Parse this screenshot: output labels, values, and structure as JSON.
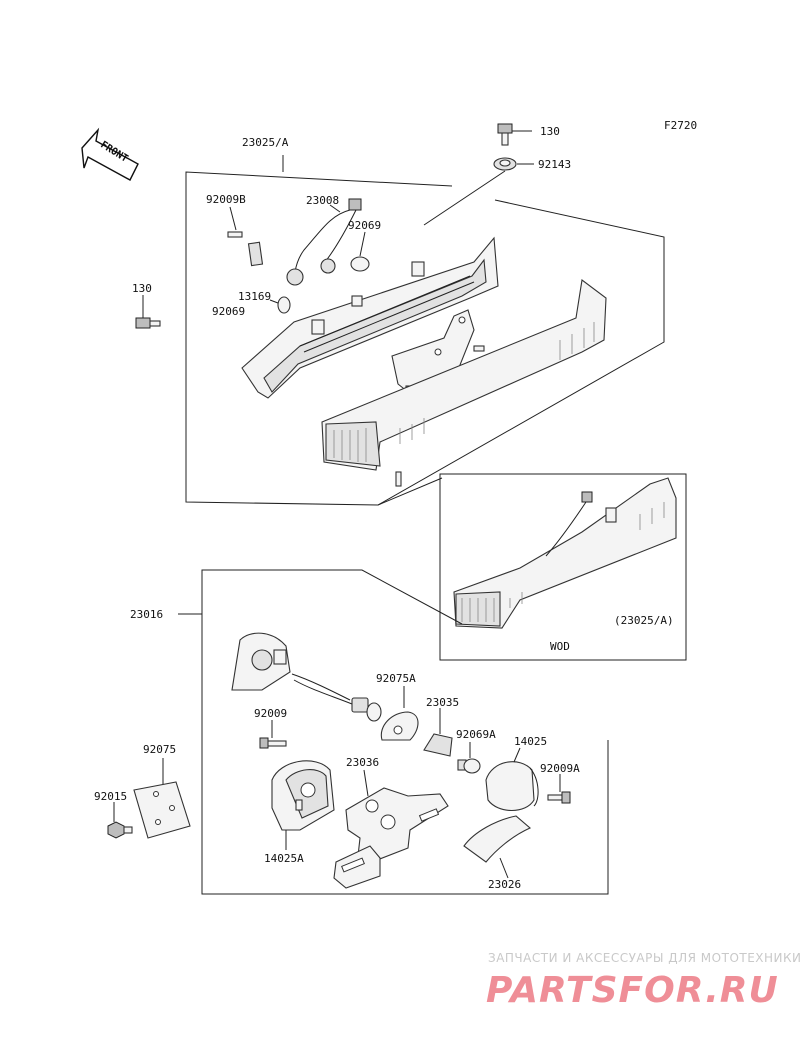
{
  "figure_code": "F2720",
  "front_label": "FRONT",
  "labels": {
    "l130_top": "130",
    "l92143": "92143",
    "l23025a": "23025/A",
    "l92009b": "92009B",
    "l23008": "23008",
    "l92069_top": "92069",
    "l13169": "13169",
    "l92069_bot": "92069",
    "l130_left": "130",
    "l23016": "23016",
    "l92075a": "92075A",
    "l23035": "23035",
    "l92009": "92009",
    "l92069a": "92069A",
    "l14025": "14025",
    "l23036": "23036",
    "l92009a": "92009A",
    "l92075": "92075",
    "l92015": "92015",
    "l14025a": "14025A",
    "l23026": "23026",
    "inset_ref": "(23025/A)",
    "inset_variant": "WOD"
  },
  "watermark": {
    "top_text": "ЗАПЧАСТИ И АКСЕССУАРЫ ДЛЯ МОТОТЕХНИКИ",
    "logo_text": "PARTSFOR.RU"
  }
}
